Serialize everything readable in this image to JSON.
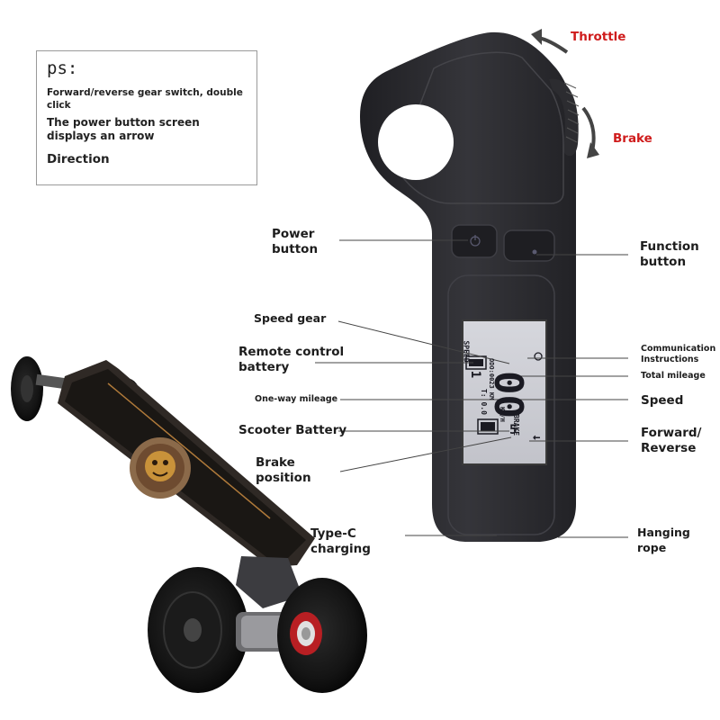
{
  "note": {
    "title": "ps:",
    "line1": "Forward/reverse gear switch, double click",
    "line2": "The power button screen displays an arrow",
    "line3": "Direction"
  },
  "labels": {
    "throttle": "Throttle",
    "brake": "Brake",
    "power_button": "Power button",
    "function_button": "Function button",
    "speed_gear": "Speed gear",
    "remote_battery": "Remote control battery",
    "one_way_mileage": "One-way mileage",
    "scooter_battery": "Scooter Battery",
    "brake_position": "Brake position",
    "type_c": "Type-C charging",
    "communication": "Communication Instructions",
    "total_mileage": "Total mileage",
    "speed": "Speed",
    "forward_reverse": "Forward/ Reverse",
    "hanging_rope": "Hanging rope"
  },
  "display": {
    "speed_word": "SPEED",
    "gear": "1",
    "odo": "ODO:0023 KM",
    "speed_value": "00",
    "trip": "T: 0.0",
    "unit": "KM/H",
    "brake_word": "BRAKE",
    "brake_value": "5",
    "arrow": "←"
  },
  "colors": {
    "accent_red": "#cf1b1b",
    "remote_body": "#2b2b2f",
    "screen": "#cfd0d6"
  }
}
